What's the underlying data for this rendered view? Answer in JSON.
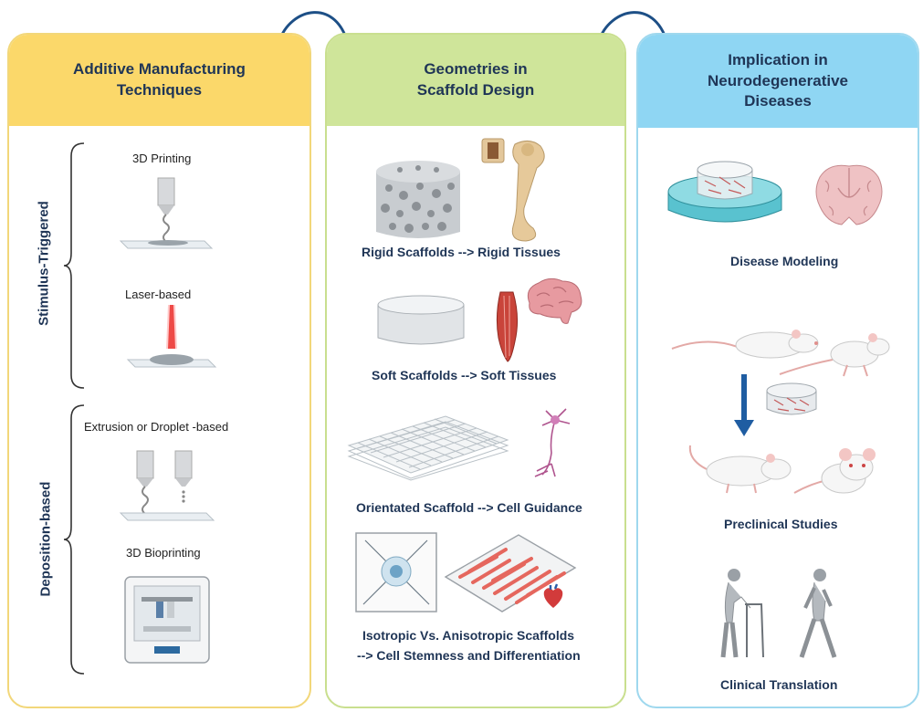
{
  "panel1": {
    "title_line1": "Additive Manufacturing",
    "title_line2": "Techniques",
    "group1_label": "Stimulus-Triggered",
    "group2_label": "Deposition-based",
    "item_3d_printing": "3D Printing",
    "item_laser": "Laser-based",
    "item_extrusion": "Extrusion or Droplet -based",
    "item_bioprinting": "3D Bioprinting"
  },
  "panel2": {
    "title_line1": "Geometries in",
    "title_line2": "Scaffold Design",
    "rigid": "Rigid Scaffolds --> Rigid Tissues",
    "soft": "Soft Scaffolds --> Soft Tissues",
    "orientated": "Orientated Scaffold --> Cell Guidance",
    "isotropic_line1": "Isotropic Vs. Anisotropic Scaffolds",
    "isotropic_line2": "--> Cell Stemness and Differentiation"
  },
  "panel3": {
    "title_line1": "Implication in",
    "title_line2": "Neurodegenerative",
    "title_line3": "Diseases",
    "disease_modeling": "Disease Modeling",
    "preclinical": "Preclinical Studies",
    "clinical": "Clinical Translation"
  },
  "colors": {
    "panel1_border": "#f2d77a",
    "panel1_header": "#fbd86a",
    "panel2_border": "#c9df8f",
    "panel2_header": "#cfe59a",
    "panel3_border": "#9fd8ee",
    "panel3_header": "#8fd6f3",
    "text_dark": "#1f3556"
  },
  "icons": [
    "flow-arrow-icon",
    "nozzle-icon",
    "laser-icon",
    "bioprinter-icon",
    "porous-scaffold-icon",
    "bone-icon",
    "cylinder-scaffold-icon",
    "muscle-icon",
    "brain-icon",
    "fiber-mesh-icon",
    "neuron-icon",
    "cell-icon",
    "aligned-cells-icon",
    "heart-icon",
    "petri-dish-icon",
    "brain-slice-icon",
    "rat-icon",
    "mouse-icon",
    "down-arrow-icon",
    "elderly-walker-icon",
    "walking-person-icon"
  ]
}
